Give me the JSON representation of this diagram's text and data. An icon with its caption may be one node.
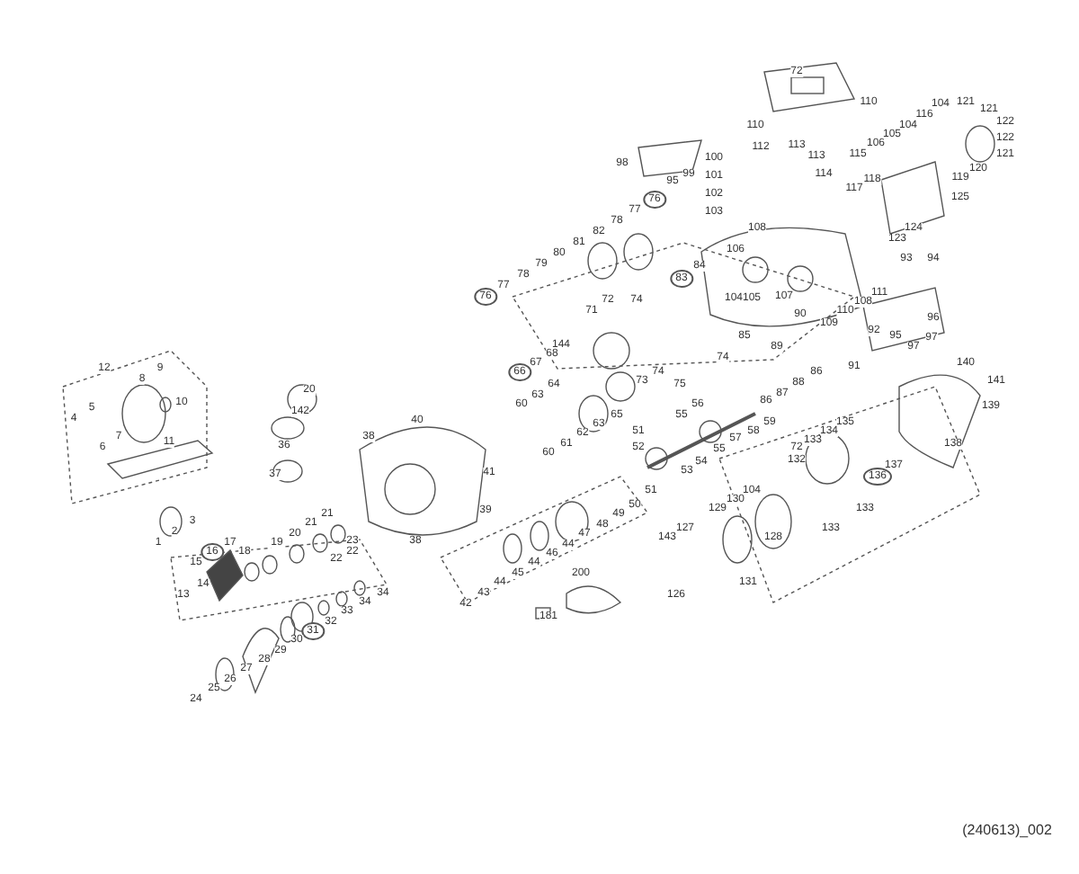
{
  "diagram": {
    "labels": [
      "72",
      "110",
      "121",
      "104",
      "121",
      "116",
      "110",
      "104",
      "122",
      "105",
      "106",
      "122",
      "113",
      "112",
      "115",
      "113",
      "121",
      "100",
      "98",
      "120",
      "99",
      "114",
      "101",
      "119",
      "118",
      "95",
      "117",
      "102",
      "125",
      "76",
      "77",
      "103",
      "78",
      "108",
      "124",
      "82",
      "123",
      "81",
      "106",
      "80",
      "93",
      "94",
      "79",
      "84",
      "78",
      "83",
      "77",
      "111",
      "76",
      "104",
      "105",
      "107",
      "72",
      "74",
      "108",
      "71",
      "110",
      "90",
      "96",
      "109",
      "92",
      "85",
      "95",
      "97",
      "144",
      "89",
      "97",
      "68",
      "74",
      "67",
      "140",
      "91",
      "12",
      "9",
      "66",
      "74",
      "86",
      "8",
      "73",
      "141",
      "88",
      "64",
      "75",
      "20",
      "87",
      "63",
      "86",
      "10",
      "60",
      "56",
      "139",
      "5",
      "142",
      "65",
      "55",
      "4",
      "40",
      "59",
      "135",
      "63",
      "51",
      "58",
      "134",
      "62",
      "7",
      "38",
      "57",
      "133",
      "11",
      "138",
      "36",
      "61",
      "6",
      "52",
      "72",
      "55",
      "60",
      "132",
      "54",
      "137",
      "53",
      "41",
      "37",
      "136",
      "51",
      "104",
      "130",
      "50",
      "129",
      "133",
      "39",
      "21",
      "49",
      "3",
      "21",
      "48",
      "127",
      "133",
      "2",
      "20",
      "47",
      "143",
      "128",
      "1",
      "17",
      "19",
      "23",
      "38",
      "16",
      "18",
      "22",
      "46",
      "22",
      "15",
      "44",
      "44",
      "45",
      "200",
      "44",
      "131",
      "14",
      "43",
      "34",
      "126",
      "13",
      "34",
      "42",
      "33",
      "181",
      "32",
      "31",
      "30",
      "29",
      "28",
      "27",
      "26",
      "25",
      "24",
      "(240613)_002"
    ]
  }
}
